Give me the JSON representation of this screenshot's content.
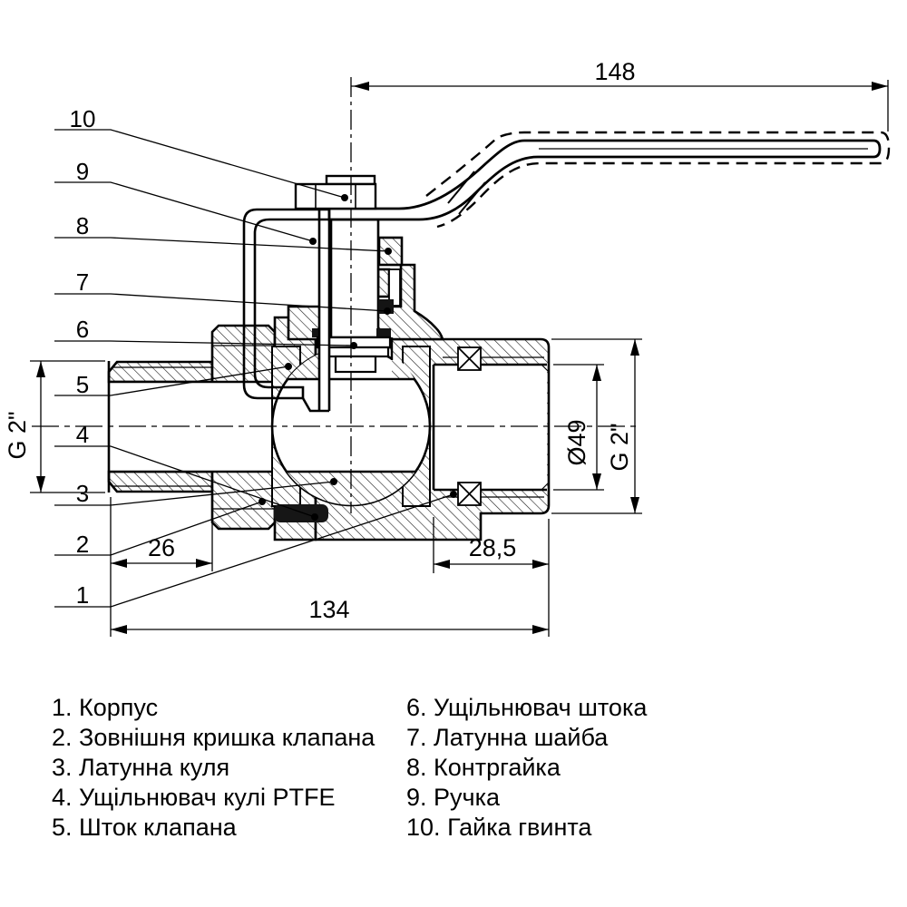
{
  "drawing": {
    "title": "ball-valve-section-drawing",
    "line_color": "#000000",
    "background": "#ffffff",
    "dimensions": {
      "handle_length": "148",
      "thread_left": "G 2\"",
      "bore_diameter": "Ø49",
      "thread_right": "G 2\"",
      "male_thread_length": "26",
      "female_thread_depth": "28,5",
      "body_length": "134"
    },
    "callouts": [
      "10",
      "9",
      "8",
      "7",
      "6",
      "5",
      "4",
      "3",
      "2",
      "1"
    ]
  },
  "parts_list": {
    "left_column": [
      {
        "number": "1.",
        "name": "Корпус"
      },
      {
        "number": "2.",
        "name": "Зовнішня кришка клапана"
      },
      {
        "number": "3.",
        "name": "Латунна куля"
      },
      {
        "number": "4.",
        "name": "Ущільнювач кулі PTFE"
      },
      {
        "number": "5.",
        "name": "Шток клапана"
      }
    ],
    "right_column": [
      {
        "number": "6.",
        "name": "Ущільнювач штока"
      },
      {
        "number": "7.",
        "name": "Латунна шайба"
      },
      {
        "number": "8.",
        "name": "Контргайка"
      },
      {
        "number": "9.",
        "name": "Ручка"
      },
      {
        "number": "10.",
        "name": "Гайка гвинта"
      }
    ]
  }
}
